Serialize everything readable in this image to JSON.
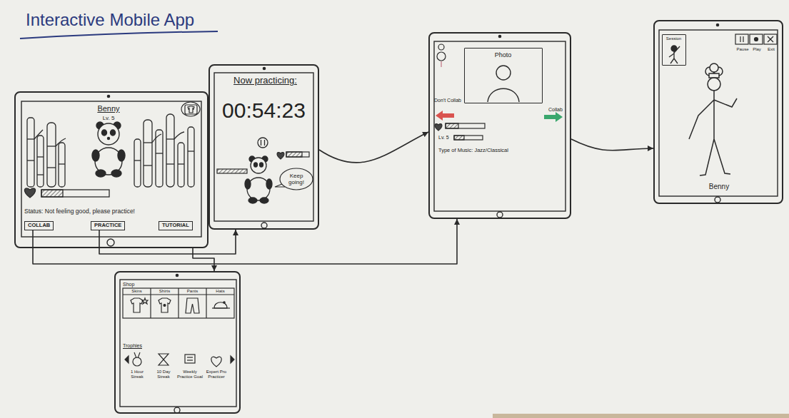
{
  "diagram": {
    "title": "Interactive Mobile App",
    "nodes": [
      {
        "text": [
          "Benny",
          "Lv. 5",
          "Status: Not feeling good, please practice!"
        ]
      },
      {
        "text": [
          "COLLAB"
        ],
        "in": 0
      },
      {
        "text": [
          "PRACTICE"
        ],
        "in": 0
      },
      {
        "text": [
          "TUTORIAL"
        ],
        "in": 0
      },
      {
        "text": [
          "Now practicing:",
          "00:54:23",
          "Keep going!"
        ]
      },
      {
        "text": [
          "Don't Collab",
          "Collab",
          "Lv. 5",
          "Type of Music: Jazz/Classical"
        ]
      },
      {
        "text": [
          "Photo"
        ],
        "in": 5
      },
      {
        "text": [
          "Pause",
          "Play",
          "Exit",
          "Benny"
        ]
      },
      {
        "text": [
          "Session"
        ],
        "in": 7
      },
      {
        "text": [
          "Shop",
          "Skins",
          "Shirts",
          "Pants",
          "Hats",
          "Trophies",
          "1 Hour Streak",
          "10 Day Streak",
          "Weekly Practice Goal",
          "Expert Pro Practicer"
        ]
      }
    ],
    "edges": [
      {
        "from": 2,
        "to": 4,
        "arrow": "to"
      },
      {
        "from": 1,
        "to": 5,
        "arrow": "to"
      },
      {
        "from": 4,
        "to": 5,
        "arrow": "to"
      },
      {
        "from": 5,
        "to": 7,
        "arrow": "to"
      },
      {
        "from": 0,
        "to": 9,
        "arrow": "to"
      }
    ]
  }
}
